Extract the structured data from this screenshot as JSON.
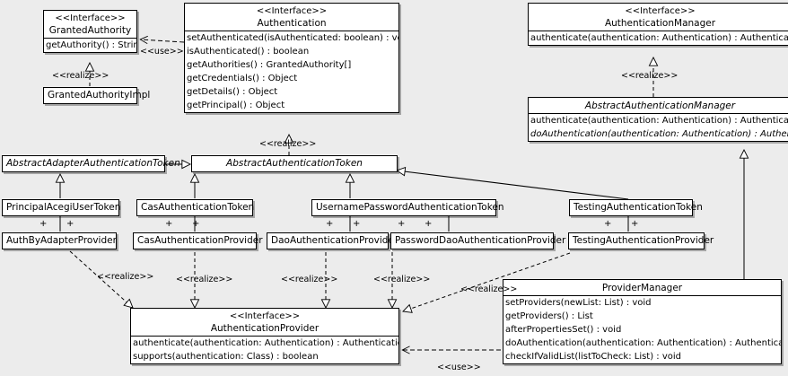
{
  "diagram": {
    "type": "uml-class-diagram",
    "title": "Acegi Security Authentication class diagram",
    "background_color": "#ececec",
    "box_fill": "#ffffff",
    "line_color": "#000000"
  },
  "stereotypes": {
    "interface": "<<Interface>>",
    "realize": "<<realize>>",
    "use": "<<use>>",
    "plus": "+"
  },
  "classes": {
    "granted_authority": {
      "stereotype": "<<Interface>>",
      "name": "GrantedAuthority",
      "abstract": false,
      "methods": [
        "getAuthority() : String"
      ]
    },
    "granted_authority_impl": {
      "name": "GrantedAuthorityImpl",
      "abstract": false,
      "methods": []
    },
    "authentication": {
      "stereotype": "<<Interface>>",
      "name": "Authentication",
      "abstract": false,
      "methods": [
        "setAuthenticated(isAuthenticated: boolean) : void",
        "isAuthenticated() : boolean",
        "getAuthorities() : GrantedAuthority[]",
        "getCredentials() : Object",
        "getDetails() : Object",
        "getPrincipal() : Object"
      ]
    },
    "authentication_manager": {
      "stereotype": "<<Interface>>",
      "name": "AuthenticationManager",
      "abstract": false,
      "methods": [
        "authenticate(authentication: Authentication) : Authentication"
      ]
    },
    "abstract_authentication_manager": {
      "name": "AbstractAuthenticationManager",
      "abstract": true,
      "methods": [
        "authenticate(authentication: Authentication) : Authentication",
        "doAuthentication(authentication: Authentication) : Authentication"
      ],
      "abstract_methods": [
        false,
        true
      ]
    },
    "abstract_adapter_authentication_token": {
      "name": "AbstractAdapterAuthenticationToken",
      "abstract": true,
      "methods": []
    },
    "abstract_authentication_token": {
      "name": "AbstractAuthenticationToken",
      "abstract": true,
      "methods": []
    },
    "principal_acegi_user_token": {
      "name": "PrincipalAcegiUserToken",
      "abstract": false,
      "methods": []
    },
    "cas_authentication_token": {
      "name": "CasAuthenticationToken",
      "abstract": false,
      "methods": []
    },
    "username_password_authentication_token": {
      "name": "UsernamePasswordAuthenticationToken",
      "abstract": false,
      "methods": []
    },
    "testing_authentication_token": {
      "name": "TestingAuthenticationToken",
      "abstract": false,
      "methods": []
    },
    "auth_by_adapter_provider": {
      "name": "AuthByAdapterProvider",
      "abstract": false,
      "methods": []
    },
    "cas_authentication_provider": {
      "name": "CasAuthenticationProvider",
      "abstract": false,
      "methods": []
    },
    "dao_authentication_provider": {
      "name": "DaoAuthenticationProvider",
      "abstract": false,
      "methods": []
    },
    "password_dao_authentication_provider": {
      "name": "PasswordDaoAuthenticationProvider",
      "abstract": false,
      "methods": []
    },
    "testing_authentication_provider": {
      "name": "TestingAuthenticationProvider",
      "abstract": false,
      "methods": []
    },
    "authentication_provider": {
      "stereotype": "<<Interface>>",
      "name": "AuthenticationProvider",
      "abstract": false,
      "methods": [
        "authenticate(authentication: Authentication) : Authentication",
        "supports(authentication: Class) : boolean"
      ]
    },
    "provider_manager": {
      "name": "ProviderManager",
      "abstract": false,
      "methods": [
        "setProviders(newList: List) : void",
        "getProviders() : List",
        "afterPropertiesSet() : void",
        "doAuthentication(authentication: Authentication) : Authentication",
        "checkIfValidList(listToCheck: List) : void"
      ]
    }
  },
  "relationship_labels": {
    "use_granted_authority": "<<use>>",
    "realize_granted_authority_impl": "<<realize>>",
    "realize_abstract_authentication_token": "<<realize>>",
    "realize_abstract_authentication_manager": "<<realize>>",
    "realize_auth_by_adapter": "<<realize>>",
    "realize_cas_provider": "<<realize>>",
    "realize_dao_provider": "<<realize>>",
    "realize_password_dao_provider": "<<realize>>",
    "realize_testing_provider": "<<realize>>",
    "use_provider_manager": "<<use>>"
  }
}
